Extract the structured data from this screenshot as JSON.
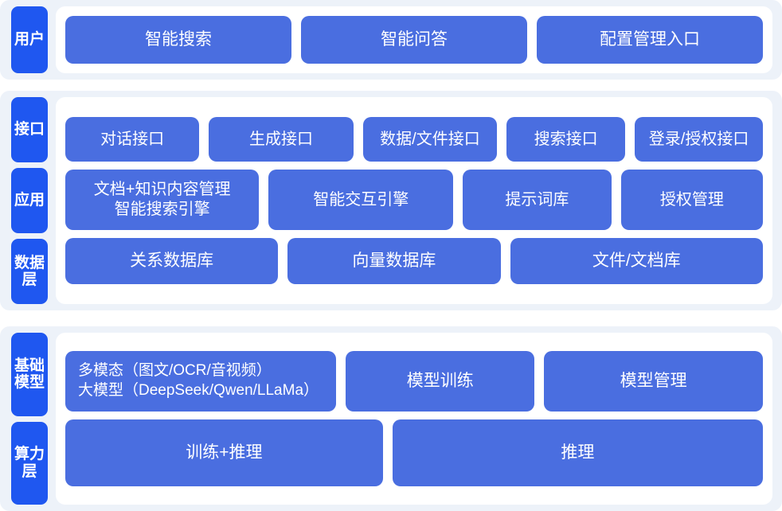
{
  "colors": {
    "page_background": "#ffffff",
    "band_background": "#edf2f9",
    "panel_background": "#ffffff",
    "tab_blue": "#1f57f0",
    "node_blue": "#4a6ee0",
    "node_text": "#ffffff"
  },
  "sections": {
    "user": {
      "tab_label": "用户",
      "nodes": [
        {
          "label": "智能搜索"
        },
        {
          "label": "智能问答"
        },
        {
          "label": "配置管理入口"
        }
      ]
    },
    "middle": {
      "tabs": [
        {
          "label": "接口"
        },
        {
          "label": "应用"
        },
        {
          "label": "数据层"
        }
      ],
      "interface_row": [
        {
          "label": "对话接口"
        },
        {
          "label": "生成接口"
        },
        {
          "label": "数据/文件接口"
        },
        {
          "label": "搜索接口"
        },
        {
          "label": "登录/授权接口"
        }
      ],
      "application_row": [
        {
          "label": "文档+知识内容管理\n智能搜索引擎"
        },
        {
          "label": "智能交互引擎"
        },
        {
          "label": "提示词库"
        },
        {
          "label": "授权管理"
        }
      ],
      "data_row": [
        {
          "label": "关系数据库"
        },
        {
          "label": "向量数据库"
        },
        {
          "label": "文件/文档库"
        }
      ]
    },
    "infra": {
      "tabs": [
        {
          "label": "基础模型"
        },
        {
          "label": "算力层"
        }
      ],
      "model_row": [
        {
          "label": "多模态（图文/OCR/音视频）\n大模型（DeepSeek/Qwen/LLaMa）"
        },
        {
          "label": "模型训练"
        },
        {
          "label": "模型管理"
        }
      ],
      "compute_row": [
        {
          "label": "训练+推理"
        },
        {
          "label": "推理"
        }
      ]
    }
  }
}
